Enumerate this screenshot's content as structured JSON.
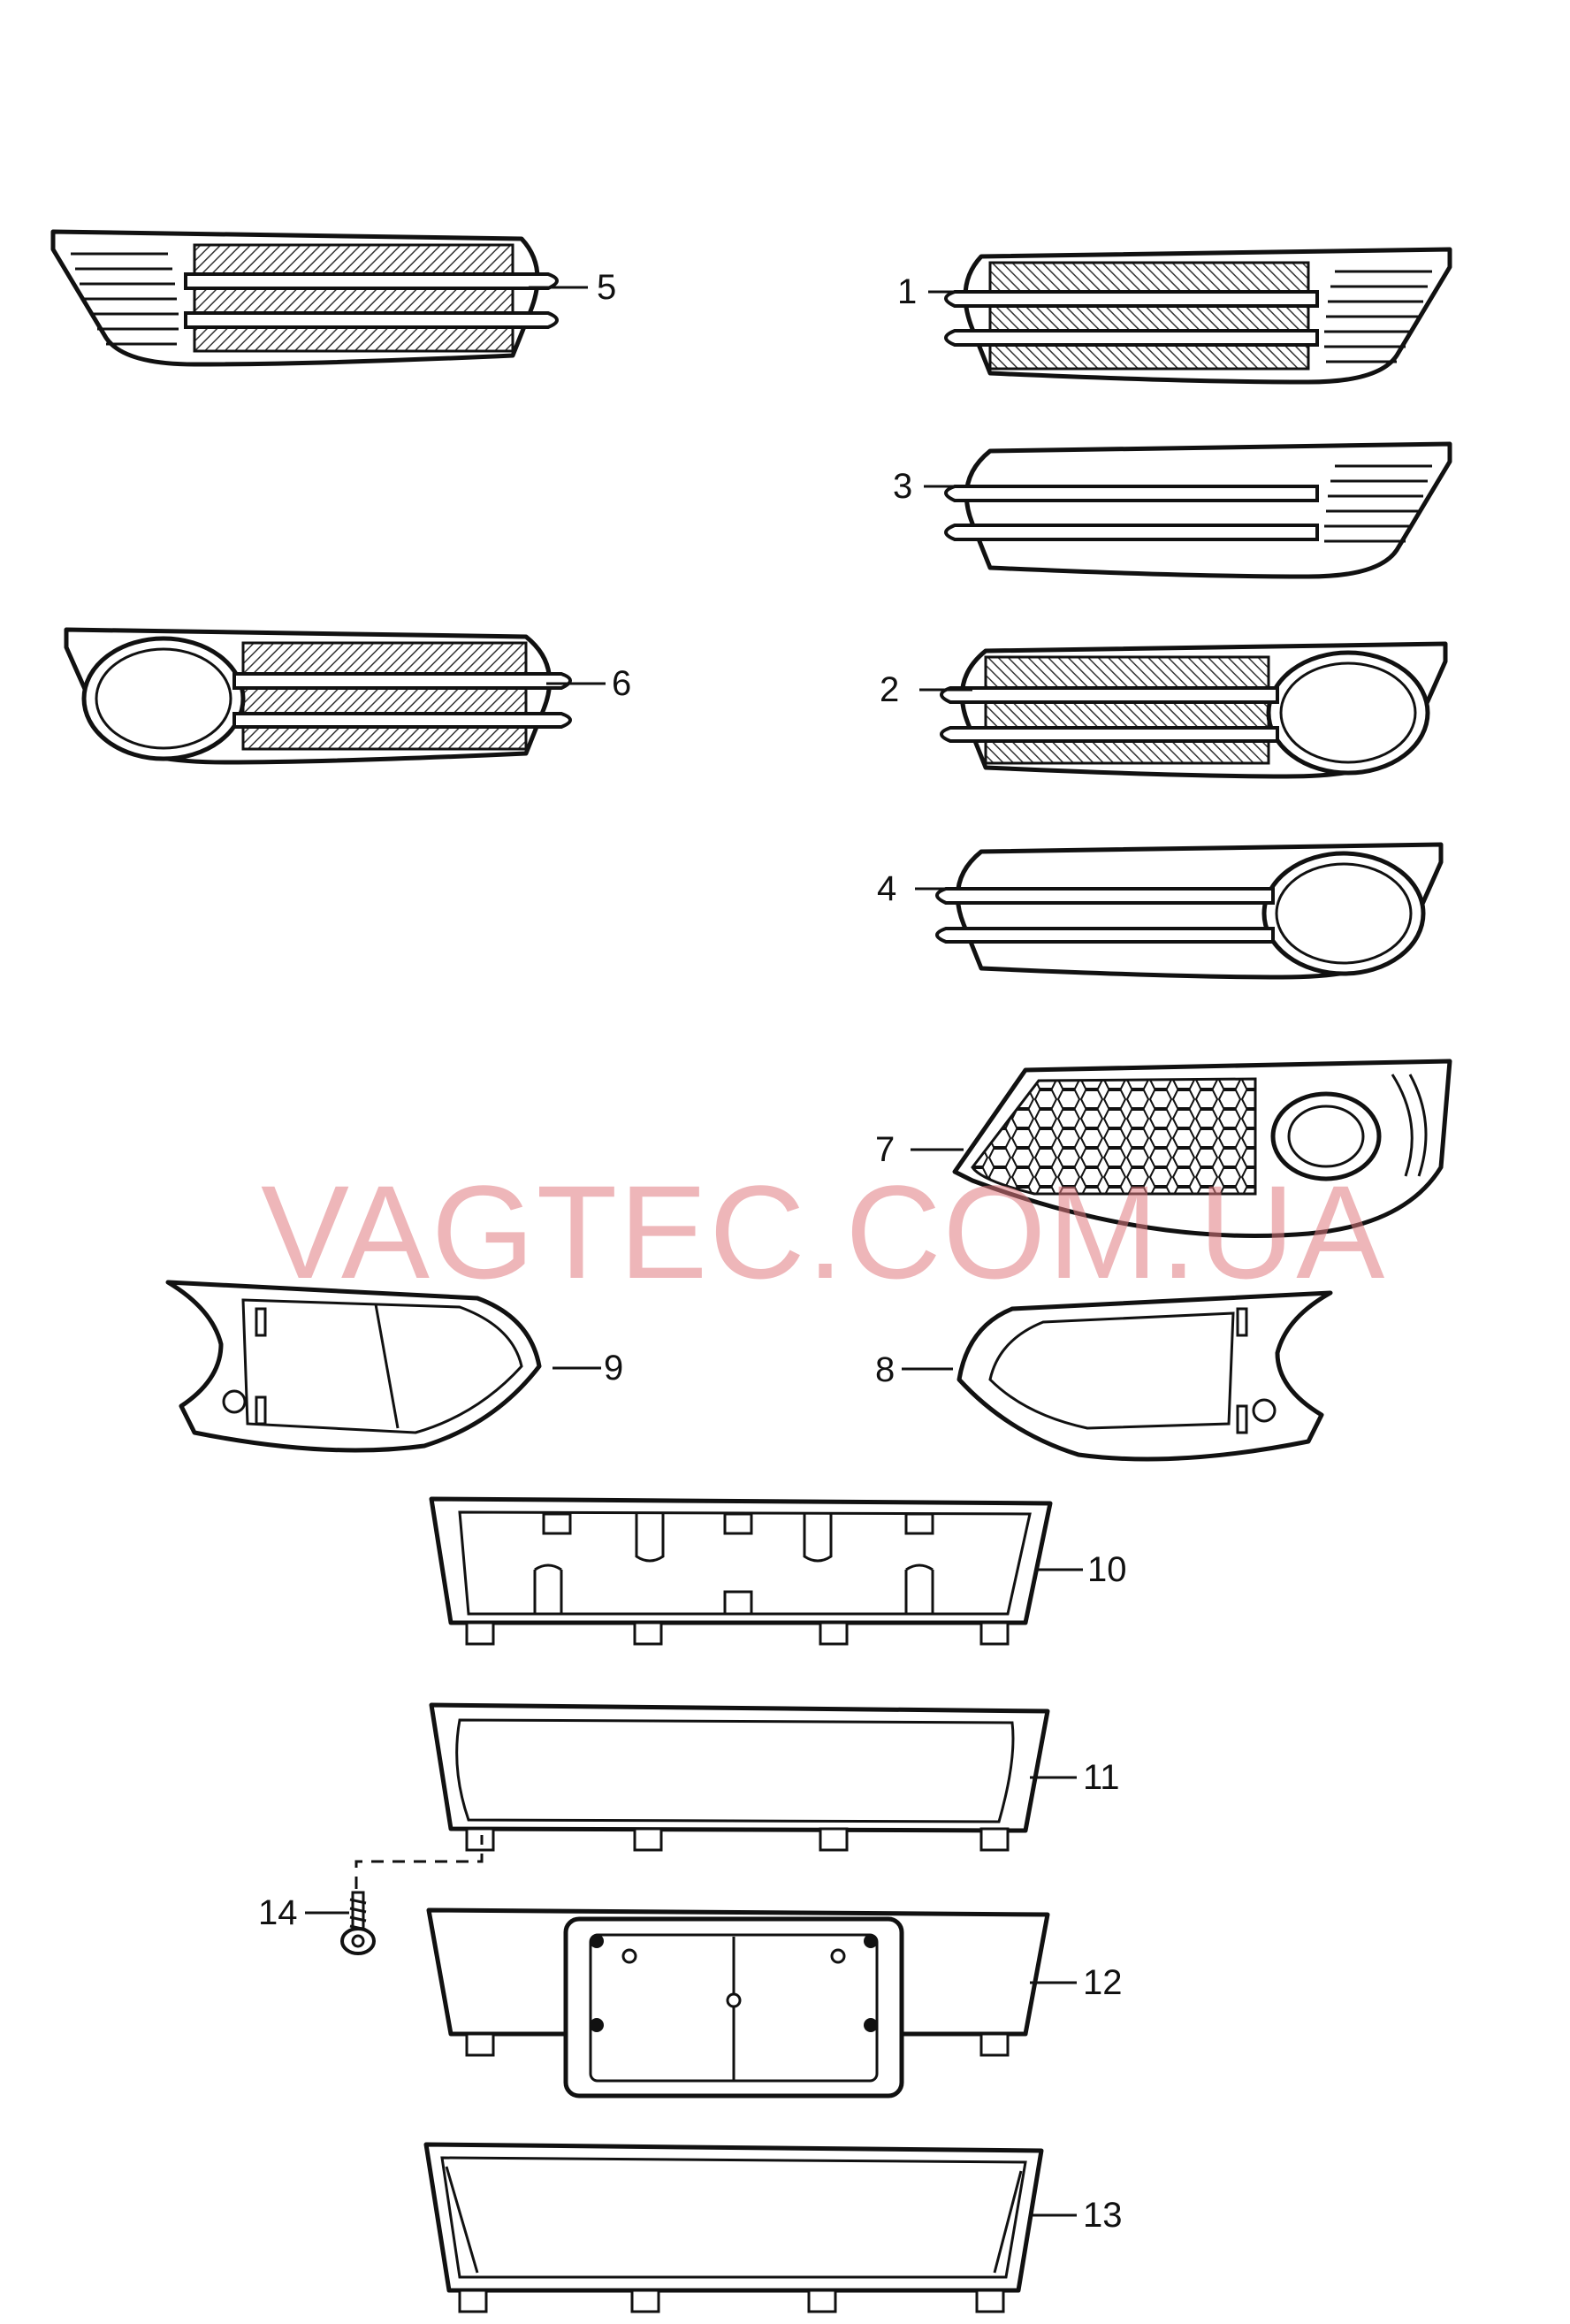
{
  "diagram": {
    "callouts": [
      {
        "id": "1",
        "text": "1"
      },
      {
        "id": "2",
        "text": "2"
      },
      {
        "id": "3",
        "text": "3"
      },
      {
        "id": "4",
        "text": "4"
      },
      {
        "id": "5",
        "text": "5"
      },
      {
        "id": "6",
        "text": "6"
      },
      {
        "id": "7",
        "text": "7"
      },
      {
        "id": "8",
        "text": "8"
      },
      {
        "id": "9",
        "text": "9"
      },
      {
        "id": "10",
        "text": "10"
      },
      {
        "id": "11",
        "text": "11"
      },
      {
        "id": "12",
        "text": "12"
      },
      {
        "id": "13",
        "text": "13"
      },
      {
        "id": "14",
        "text": "14"
      }
    ],
    "watermark": "VAGTEC.COM.UA"
  }
}
